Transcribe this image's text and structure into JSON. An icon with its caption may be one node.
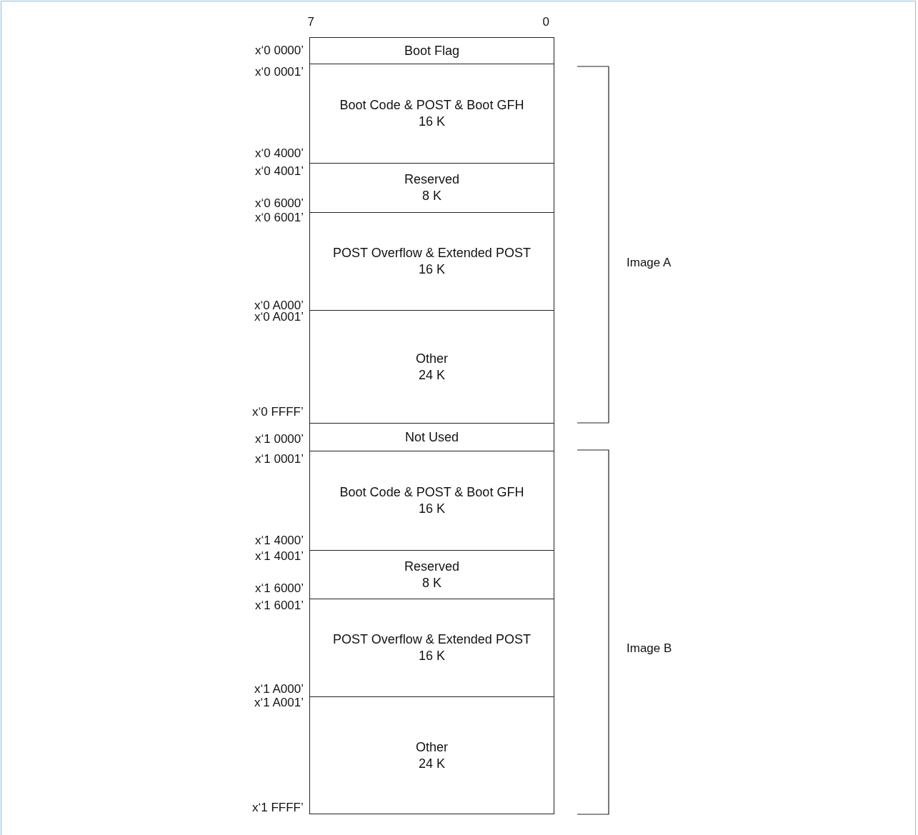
{
  "diagram": {
    "nodes": [
      {
        "text": [
          "Boot Flag"
        ]
      },
      {
        "text": [
          "Boot Code & POST & Boot GFH",
          "16 K"
        ]
      },
      {
        "text": [
          "Reserved",
          "8 K"
        ]
      },
      {
        "text": [
          "POST Overflow & Extended POST",
          "16 K"
        ]
      },
      {
        "text": [
          "Other",
          "24 K"
        ]
      },
      {
        "text": [
          "Not Used"
        ]
      },
      {
        "text": [
          "Boot Code & POST & Boot GFH",
          "16 K"
        ]
      },
      {
        "text": [
          "Reserved",
          "8 K"
        ]
      },
      {
        "text": [
          "POST Overflow & Extended POST",
          "16 K"
        ]
      },
      {
        "text": [
          "Other",
          "24 K"
        ]
      }
    ],
    "labels": [
      "7",
      "0",
      "x‘0 0000’",
      "x‘0 0001’",
      "x‘0 4000’",
      "x‘0 4001’",
      "x‘0 6000’",
      "x‘0 6001’",
      "Image A",
      "x‘0 A000’",
      "x‘0 A001’",
      "x‘0 FFFF’",
      "x‘1 0000’",
      "x‘1 0001’",
      "x‘1 4000’",
      "x‘1 4001’",
      "x‘1 6000’",
      "x‘1 6001’",
      "Image B",
      "x‘1 A000’",
      "x‘1 A001’",
      "x‘1 FFFF’"
    ]
  }
}
